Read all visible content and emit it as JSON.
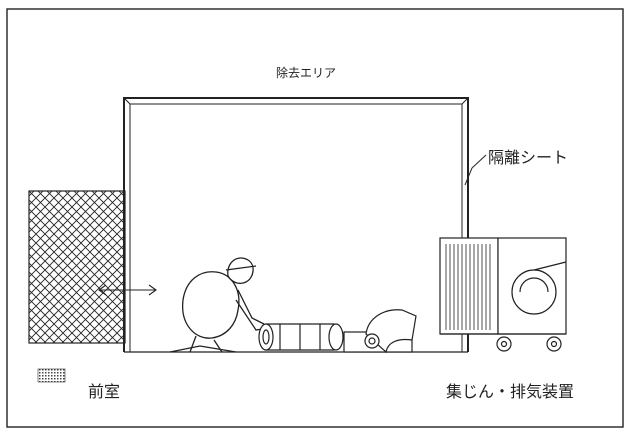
{
  "labels": {
    "removal_area": "除去エリア",
    "isolation_sheet": "隔離シート",
    "anteroom": "前室",
    "dust_collector": "集じん・排気装置"
  },
  "colors": {
    "line": "#222222",
    "background": "#ffffff"
  },
  "icons": [
    "worker-figure",
    "duct-pipe",
    "duct-elbow",
    "two-way-arrow",
    "legend-swatch"
  ]
}
